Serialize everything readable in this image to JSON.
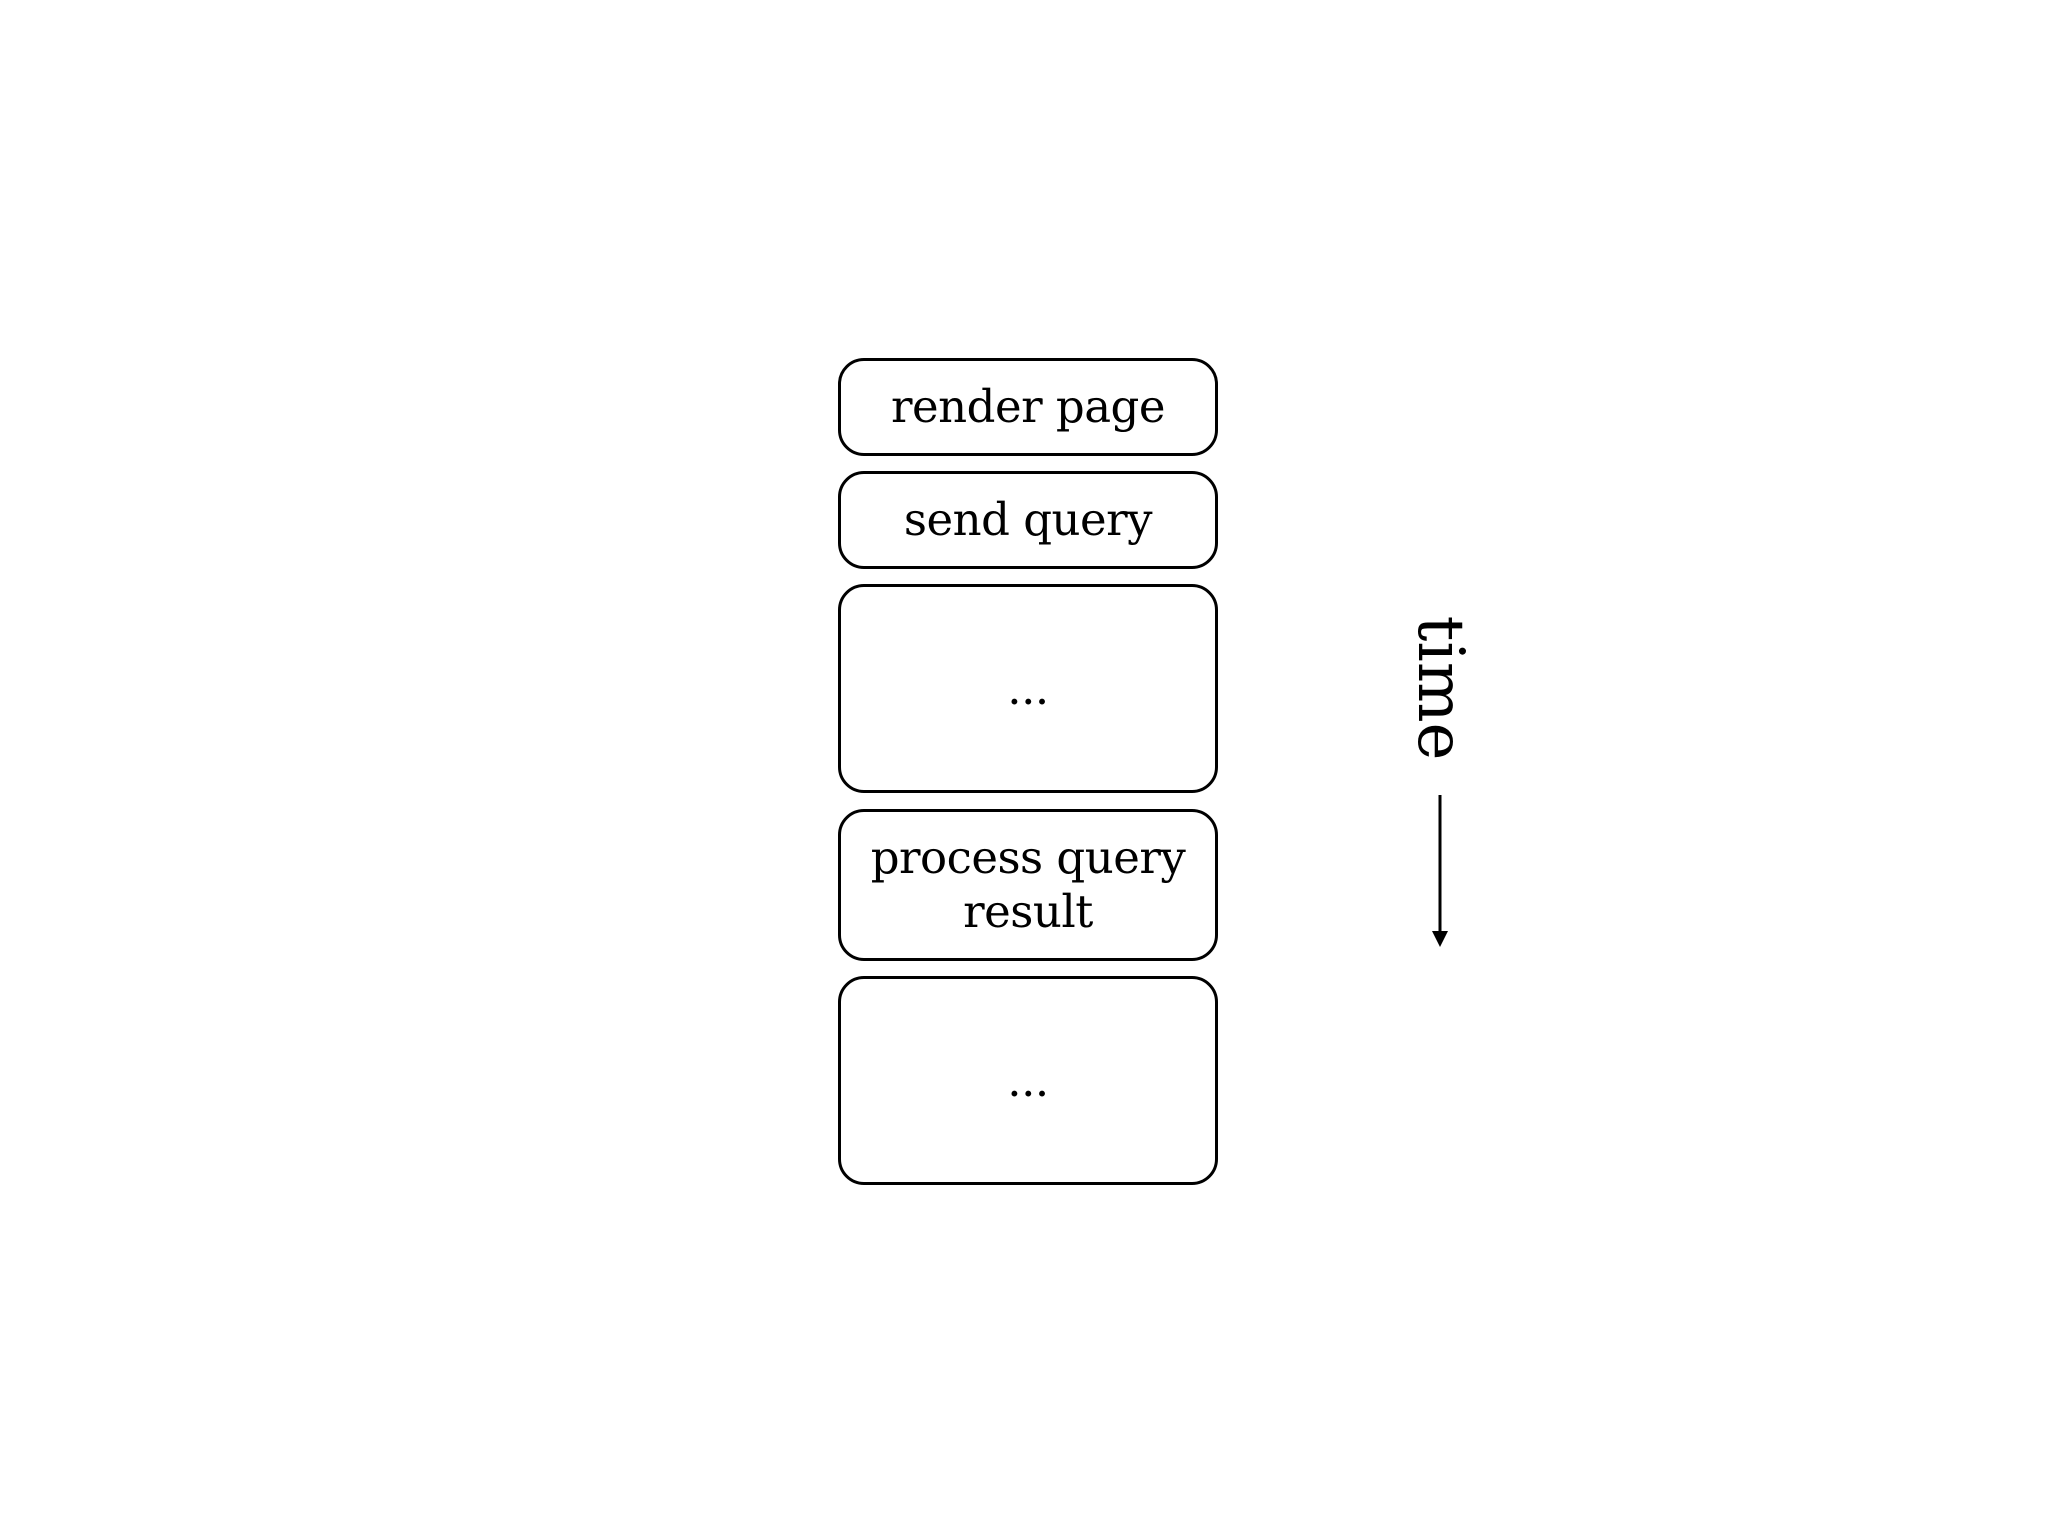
{
  "diagram": {
    "blocks": [
      {
        "label": "render page"
      },
      {
        "label": "send query"
      },
      {
        "label": "..."
      },
      {
        "label": "process query result"
      },
      {
        "label": "..."
      }
    ],
    "time_label": "time",
    "colors": {
      "stroke": "#000000",
      "background": "#ffffff"
    }
  }
}
